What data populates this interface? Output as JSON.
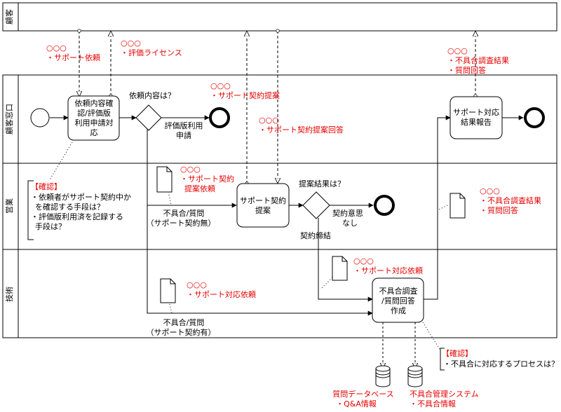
{
  "lanes": {
    "customer": "顧客",
    "counter": "顧客窓口",
    "sales": "営業",
    "tech": "技術"
  },
  "tasks": {
    "confirm": [
      "依頼内容確",
      "認/評価版",
      "利用申請対",
      "応"
    ],
    "proposal": [
      "サポート契約",
      "提案"
    ],
    "report": [
      "サポート対応",
      "結果報告"
    ],
    "investigate": [
      "不具合調査",
      "/質問回答",
      "作成"
    ]
  },
  "gateways": {
    "request_q": "依頼内容は？",
    "proposal_q": "提案結果は？"
  },
  "flows": {
    "trial": [
      "評価版利用",
      "申請"
    ],
    "defect_no_contract": [
      "不具合/質問",
      "（サポート契約無）"
    ],
    "no_intent": [
      "契約意思",
      "なし"
    ],
    "contracted": "契約締結",
    "defect_contract": [
      "不具合/質問",
      "（サポート契約有）"
    ]
  },
  "messages": {
    "support_request": [
      "○○○",
      "・サポート依頼"
    ],
    "eval_license": [
      "○○○",
      "・評価ライセンス"
    ],
    "contract_proposal": [
      "○○○",
      "・サポート契約提案"
    ],
    "proposal_answer": [
      "○○○",
      "・サポート契約提案回答"
    ],
    "defect_result_customer": [
      "○○○",
      "・不具合調査結果",
      "・質問回答"
    ],
    "contract_proposal_request": [
      "○○○",
      "・サポート契約",
      "提案依頼"
    ],
    "support_handling_tech": [
      "○○○",
      "・サポート対応依頼"
    ],
    "support_handling_sales": [
      "○○○",
      "・サポート対応依頼"
    ],
    "defect_result_sales": [
      "○○○",
      "・不具合調査結果",
      "・質問回答"
    ]
  },
  "notes": {
    "confirm1": {
      "title": "【確認】",
      "lines": [
        "・依頼者がサポート契約中か",
        "を確認する手段は？",
        "・評価版利用済を記録する",
        "手段は？"
      ]
    },
    "confirm2": {
      "title": "【確認】",
      "lines": [
        "・不具合に対応するプロセスは？"
      ]
    }
  },
  "stores": {
    "faq": [
      "質問データベース",
      "・Q&A情報"
    ],
    "defect": [
      "不具合管理システム",
      "・不具合情報"
    ]
  },
  "colors": {
    "annotation": "#e60000",
    "line": "#000000"
  }
}
